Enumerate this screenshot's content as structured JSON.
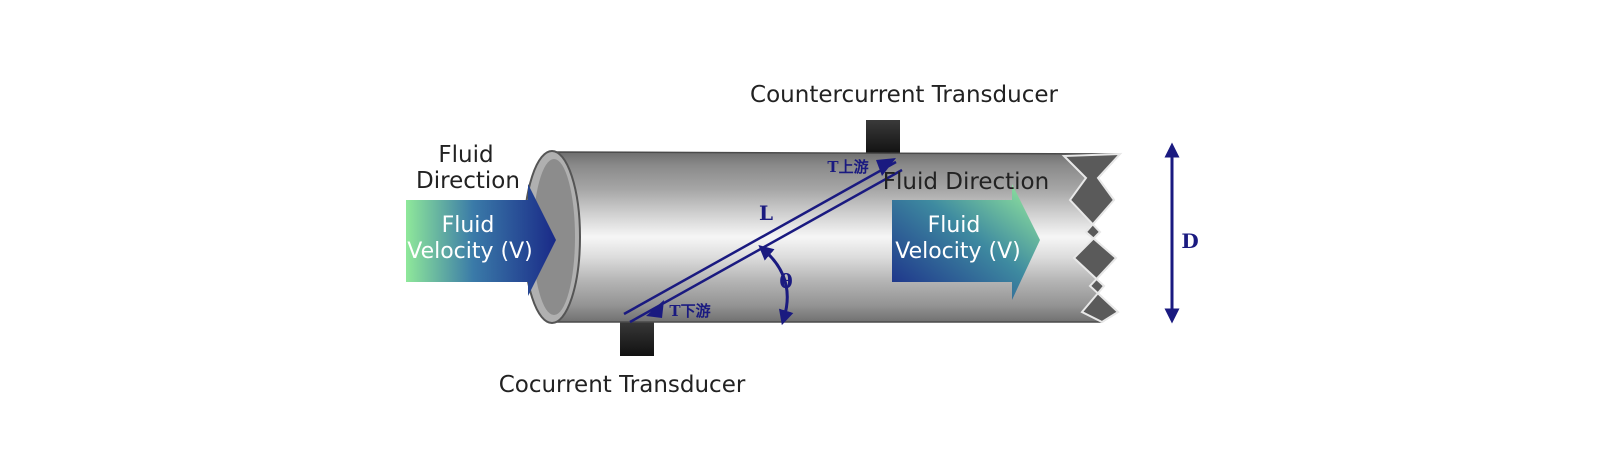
{
  "labels": {
    "countercurrent_transducer": "Countercurrent Transducer",
    "cocurrent_transducer": "Cocurrent Transducer",
    "inlet_direction_line1": "Fluid",
    "inlet_direction_line2": "Direction",
    "inlet_velocity_line1": "Fluid",
    "inlet_velocity_line2": "Velocity (V)",
    "inner_direction": "Fluid Direction",
    "inner_velocity_line1": "Fluid",
    "inner_velocity_line2": "Velocity (V)",
    "path_length": "L",
    "angle": "θ",
    "diameter": "D",
    "t_up": "T上游",
    "t_down": "T下游"
  },
  "colors": {
    "arrow_navy": "#1a1a80",
    "flow_green": "#8fe89a",
    "flow_blue": "#1f2f90",
    "pipe_dark": "#6e6e6e",
    "pipe_light": "#f4f4f4",
    "transducer": "#2a2a2a"
  }
}
